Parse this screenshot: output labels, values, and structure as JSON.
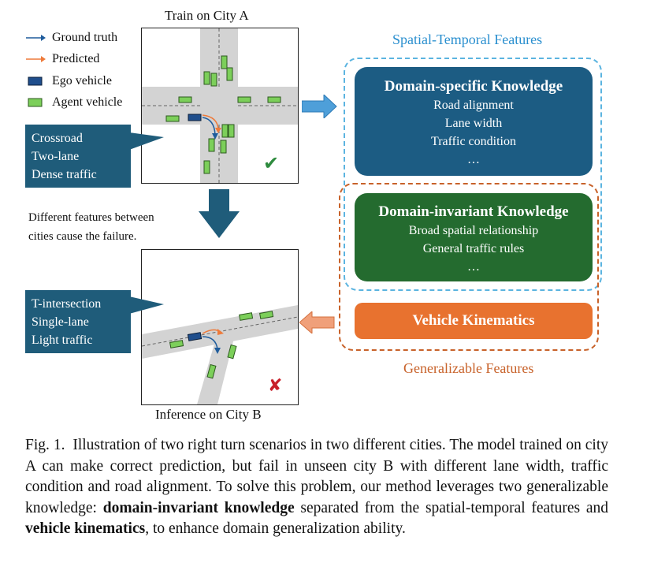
{
  "figure": {
    "top_title": "Train on City A",
    "bottom_title": "Inference on City B",
    "legend": [
      {
        "label": "Ground truth",
        "symbol": "blue-arrow-icon"
      },
      {
        "label": "Predicted",
        "symbol": "orange-arrow-icon"
      },
      {
        "label": "Ego vehicle",
        "symbol": "ego-vehicle-icon"
      },
      {
        "label": "Agent vehicle",
        "symbol": "agent-vehicle-icon"
      }
    ],
    "callout_a": [
      "Crossroad",
      "Two-lane",
      "Dense traffic"
    ],
    "callout_b": [
      "T-intersection",
      "Single-lane",
      "Light traffic"
    ],
    "middle_note": [
      "Different features between",
      "cities cause the failure."
    ],
    "spatial_label": "Spatial-Temporal Features",
    "generalizable_label": "Generalizable Features",
    "domain_specific": {
      "title": "Domain-specific Knowledge",
      "lines": [
        "Road alignment",
        "Lane width",
        "Traffic condition",
        "…"
      ]
    },
    "domain_invariant": {
      "title": "Domain-invariant Knowledge",
      "lines": [
        "Broad spatial relationship",
        "General traffic rules",
        "…"
      ]
    },
    "kinematics": {
      "title": "Vehicle Kinematics"
    },
    "check_mark": "✔",
    "cross_mark": "✘"
  },
  "caption": {
    "prefix": "Fig. 1.",
    "part1": "Illustration of two right turn scenarios in two different cities. The model trained on city A can make correct prediction, but fail in unseen city B with different lane width, traffic condition and road alignment. To solve this problem, our method leverages two generalizable knowledge: ",
    "bold1": "domain-invariant knowledge",
    "part2": " separated from the spatial-temporal features and ",
    "bold2": "vehicle kinematics",
    "part3": ", to enhance domain generalization ability."
  },
  "colors": {
    "dark_blue": "#1f5c7a",
    "domain_specific": "#1c5c83",
    "domain_invariant": "#246b2f",
    "kinematics": "#e8722f",
    "blue_dash": "#5bb4e0",
    "orange_dash": "#c8622a",
    "agent_vehicle": "#7ccf5a",
    "ego_vehicle": "#1f4e8c",
    "road": "#d3d3d3"
  }
}
